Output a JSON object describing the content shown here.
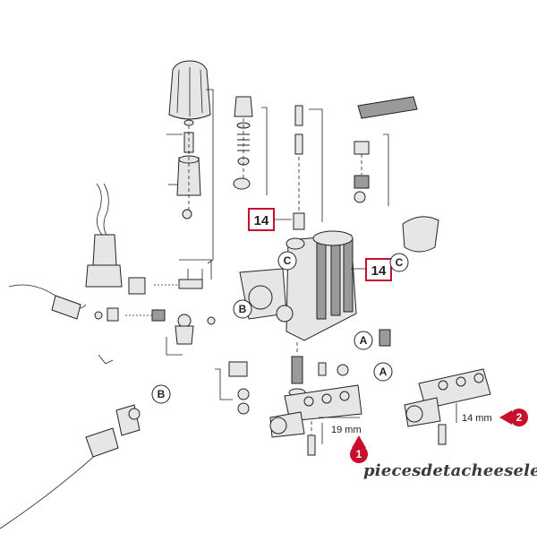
{
  "callouts": [
    {
      "label": "14"
    },
    {
      "label": "14"
    }
  ],
  "letters": {
    "c1": "C",
    "c2": "C",
    "b1": "B",
    "b2": "B",
    "a1": "A",
    "a2": "A"
  },
  "dimensions": {
    "left": "19 mm",
    "right": "14 mm"
  },
  "badges": {
    "one": "1",
    "two": "2"
  },
  "colors": {
    "callout_border": "#c8102e",
    "badge_fill": "#c8102e"
  },
  "watermark": "piecesdetacheeselec.com"
}
